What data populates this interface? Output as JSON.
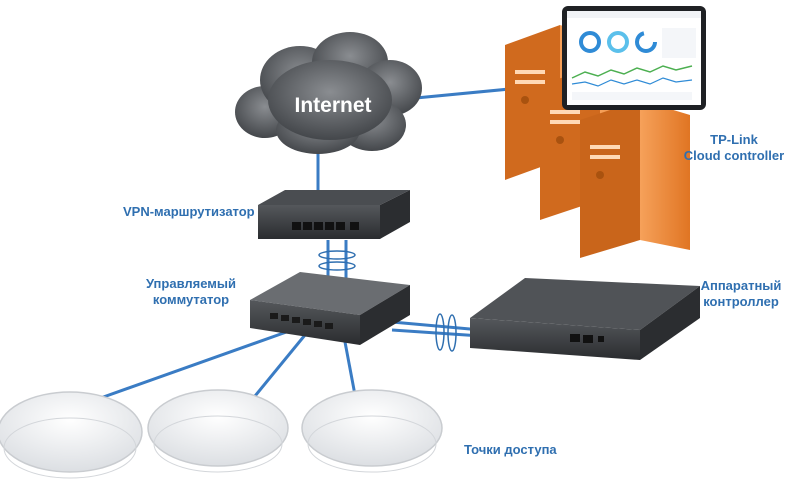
{
  "labels": {
    "internet": "Internet",
    "cloud_controller": "TP-Link\nCloud controller",
    "vpn_router": "VPN-маршрутизатор",
    "managed_switch": "Управляемый\nкоммутатор",
    "hw_controller": "Аппаратный\nконтроллер",
    "access_points": "Точки доступа"
  },
  "colors": {
    "label": "#2f6fb0",
    "link": "#3a7cc4",
    "server": "#f08a35",
    "server_dark": "#c9651b",
    "device": "#3b3d40",
    "cloud": "#5b5e62"
  },
  "icons": [
    "cloud-icon",
    "server-icon",
    "tablet-icon",
    "router-icon",
    "switch-icon",
    "controller-icon",
    "access-point-icon"
  ]
}
